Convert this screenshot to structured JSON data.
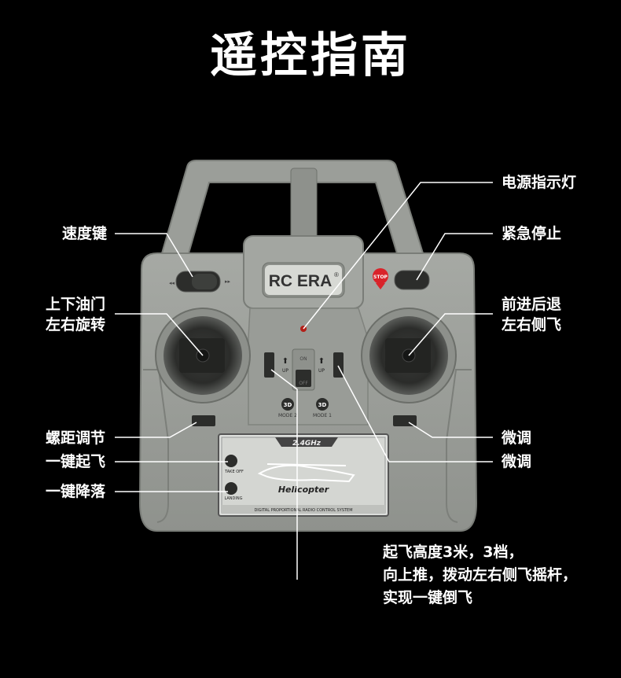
{
  "title": "遥控指南",
  "labels": {
    "speed_key": "速度键",
    "throttle_line1": "上下油门",
    "throttle_line2": "左右旋转",
    "pitch_trim": "螺距调节",
    "one_key_takeoff": "一键起飞",
    "one_key_landing": "一键降落",
    "power_indicator": "电源指示灯",
    "emergency_stop": "紧急停止",
    "forward_line1": "前进后退",
    "forward_line2": "左右侧飞",
    "trim_1": "微调",
    "trim_2": "微调"
  },
  "note": {
    "line1": "起飞高度3米，3档，",
    "line2": "向上推，拨动左右侧飞摇杆，",
    "line3": "实现一键倒飞"
  },
  "device": {
    "brand": "RC ERA",
    "brand_mark": "®",
    "stop_badge": "STOP",
    "frequency": "2.4GHz",
    "model_name": "Helicopter",
    "footer": "DIGITAL PROPORTIONAL RADIO CONTROL SYSTEM",
    "takeoff_button": "TAKE OFF",
    "landing_button": "LANDING",
    "mode_left_badge": "3D",
    "mode_left_label": "MODE 2",
    "mode_right_badge": "3D",
    "mode_right_label": "MODE 1",
    "switch_on": "ON",
    "switch_off": "OFF",
    "up_left": "UP",
    "up_right": "UP"
  },
  "colors": {
    "background": "#000000",
    "body": "#9c9f9a",
    "body_dark": "#7f827d",
    "stop_red": "#d9232a"
  }
}
